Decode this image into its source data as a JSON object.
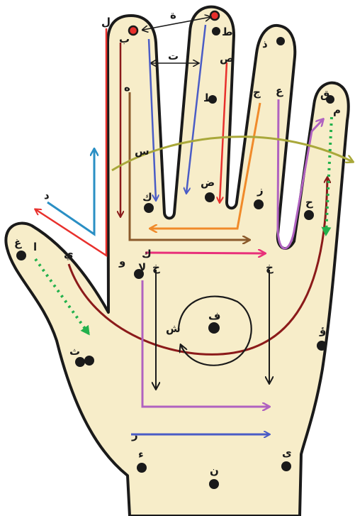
{
  "colors": {
    "skin": "#f7edc9",
    "outline": "#1a1a1a",
    "red": "#e8302c",
    "dark_red": "#8b1a1a",
    "blue": "#4a5cc6",
    "sky": "#2a8fc4",
    "brown": "#8b5a2b",
    "orange": "#f08a2a",
    "purple": "#b062c0",
    "pink": "#e8307a",
    "olive": "#a9a83a",
    "green": "#22b14c",
    "black": "#1a1a1a"
  },
  "labels": {
    "l_lam": "ل",
    "l_ta_marbuta": "ة",
    "l_ta_top": "ط",
    "l_ba": "ب",
    "l_ta": "ت",
    "l_sad": "ص",
    "l_dhal": "ذ",
    "l_ha": "ه",
    "l_za": "ظ",
    "l_jim": "ج",
    "l_ain": "ع",
    "l_qaf": "ق",
    "l_mim": "م",
    "l_sin": "س",
    "l_dal": "د",
    "l_dad": "ض",
    "l_kaf_small": "ك",
    "l_zay": "ز",
    "l_ha_right": "ح",
    "l_ghain": "غ",
    "l_alif": "ا",
    "l_ya": "ي",
    "l_waw": "و",
    "l_kaf": "ك",
    "l_lamalif": "لا",
    "l_kha_left": "خ",
    "l_kha_right": "خ",
    "l_fa": "ف",
    "l_shin": "ش",
    "l_tha": "ث",
    "l_wa_right": "ؤ",
    "l_ra": "ر",
    "l_hamza": "ء",
    "l_ya_right": "ى",
    "l_nun": "ن"
  }
}
